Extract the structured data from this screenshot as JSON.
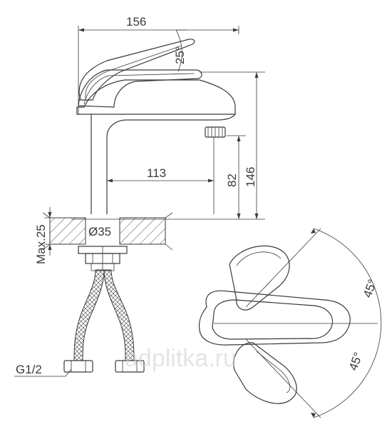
{
  "dimensions": {
    "total_length": "156",
    "lever_angle": "25°",
    "spout_reach": "113",
    "spout_height": "82",
    "total_height": "146",
    "max_deck": "Max.25",
    "hole_diameter": "Ø35",
    "thread": "G1/2",
    "rotation_top": "45°",
    "rotation_bottom": "45°"
  },
  "watermark": "adplitka.ru"
}
